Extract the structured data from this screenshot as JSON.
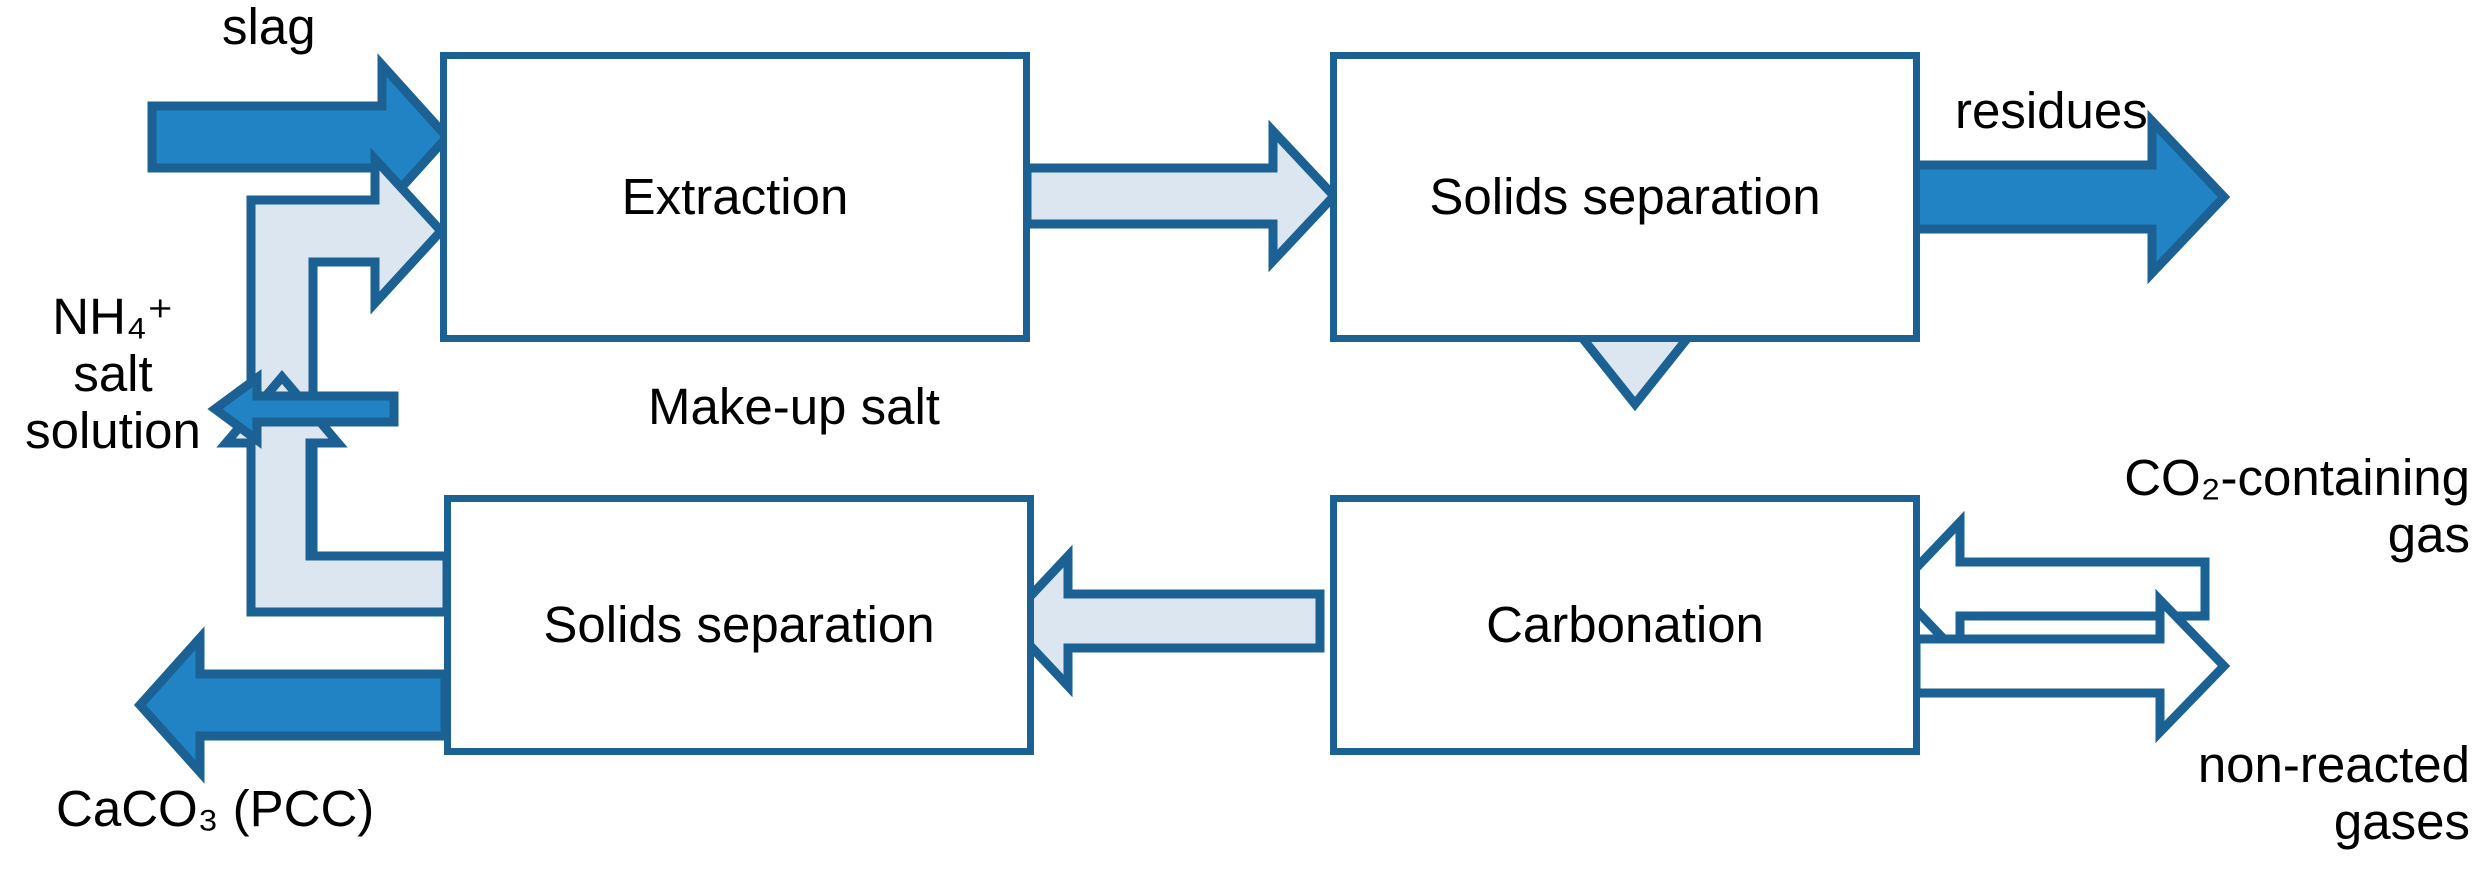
{
  "diagram": {
    "title": "Slag carbonation process flow diagram",
    "colors": {
      "outline": "#1b6193",
      "solid_fill": "#2283c4",
      "light_fill": "#dce6f1",
      "hollow_fill": "#ffffff",
      "text": "#000000",
      "background": "#ffffff"
    },
    "boxes": [
      {
        "id": "extraction",
        "label": "Extraction"
      },
      {
        "id": "solids-sep-top",
        "label": "Solids separation"
      },
      {
        "id": "carbonation",
        "label": "Carbonation"
      },
      {
        "id": "solids-sep-bottom",
        "label": "Solids separation"
      }
    ],
    "stream_labels": [
      {
        "id": "slag",
        "text": "slag"
      },
      {
        "id": "residues",
        "text": "residues"
      },
      {
        "id": "makeup-salt",
        "text": "Make-up salt"
      },
      {
        "id": "co2-gas-line1",
        "text": "CO₂-containing"
      },
      {
        "id": "co2-gas-line2",
        "text": "gas"
      },
      {
        "id": "nonreacted-line1",
        "text": "non-reacted"
      },
      {
        "id": "nonreacted-line2",
        "text": "gases"
      },
      {
        "id": "caco3",
        "text": "CaCO₃ (PCC)"
      },
      {
        "id": "nh4-line1",
        "text": "NH₄⁺"
      },
      {
        "id": "nh4-line2",
        "text": "salt"
      },
      {
        "id": "nh4-line3",
        "text": "solution"
      }
    ],
    "arrows": [
      {
        "id": "slag-in",
        "style": "solid",
        "direction": "right"
      },
      {
        "id": "recycle-to-extraction",
        "style": "light",
        "direction": "right"
      },
      {
        "id": "extraction-to-solids",
        "style": "light",
        "direction": "right"
      },
      {
        "id": "residues-out",
        "style": "solid",
        "direction": "right"
      },
      {
        "id": "solids-to-carbonation",
        "style": "light",
        "direction": "down"
      },
      {
        "id": "carbonation-to-solids",
        "style": "light",
        "direction": "left"
      },
      {
        "id": "caco3-out",
        "style": "solid",
        "direction": "left"
      },
      {
        "id": "makeup-salt-in",
        "style": "thin",
        "direction": "left"
      },
      {
        "id": "co2-gas-in",
        "style": "hollow",
        "direction": "left"
      },
      {
        "id": "nonreacted-gases-out",
        "style": "hollow",
        "direction": "right"
      },
      {
        "id": "recycle-loop",
        "style": "light",
        "direction": "up"
      }
    ]
  }
}
